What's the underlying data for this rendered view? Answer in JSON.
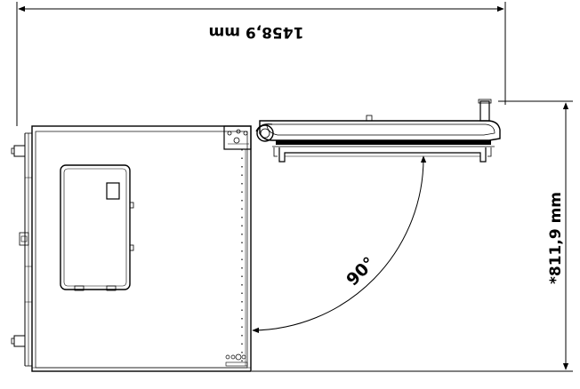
{
  "dimensions": {
    "width_label": "1458,9 mm",
    "height_label": "*811,9 mm",
    "angle_label": "90°"
  },
  "colors": {
    "line": "#000000",
    "background": "#ffffff"
  }
}
